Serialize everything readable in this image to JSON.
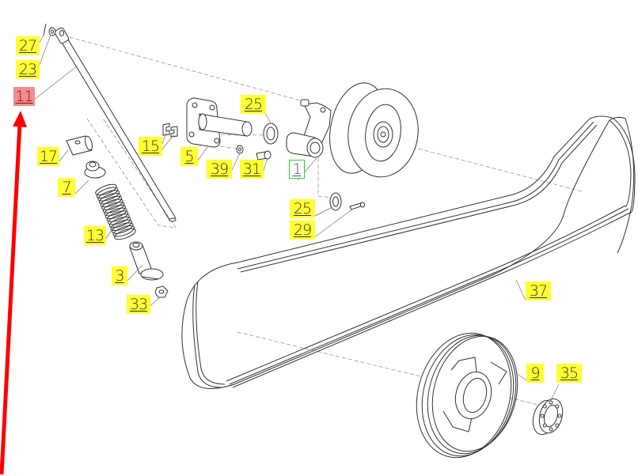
{
  "diagram": {
    "title": "Belt drive idler assembly – exploded parts view",
    "highlight_color": "#f28b8b",
    "callout_color": "#ffff33",
    "selected_outline_color": "#2ecc40",
    "arrow_color": "#ff0000",
    "callouts": [
      {
        "id": "27",
        "label": "27",
        "part": "cotter-pin",
        "state": "normal"
      },
      {
        "id": "23",
        "label": "23",
        "part": "washer",
        "state": "normal"
      },
      {
        "id": "11",
        "label": "11",
        "part": "tension-rod",
        "state": "highlighted"
      },
      {
        "id": "17",
        "label": "17",
        "part": "cross-pin",
        "state": "normal"
      },
      {
        "id": "7",
        "label": "7",
        "part": "spring-cap",
        "state": "normal"
      },
      {
        "id": "13",
        "label": "13",
        "part": "compression-spring",
        "state": "normal"
      },
      {
        "id": "3",
        "label": "3",
        "part": "spring-guide-bolt",
        "state": "normal"
      },
      {
        "id": "33",
        "label": "33",
        "part": "nut",
        "state": "normal"
      },
      {
        "id": "15",
        "label": "15",
        "part": "clip",
        "state": "normal"
      },
      {
        "id": "5",
        "label": "5",
        "part": "pivot-bracket",
        "state": "normal"
      },
      {
        "id": "39",
        "label": "39",
        "part": "small-washer",
        "state": "normal"
      },
      {
        "id": "31",
        "label": "31",
        "part": "bolt",
        "state": "normal"
      },
      {
        "id": "25a",
        "label": "25",
        "part": "spacer-washer",
        "state": "normal"
      },
      {
        "id": "1",
        "label": "1",
        "part": "idler-arm-with-pulley",
        "state": "selected"
      },
      {
        "id": "25b",
        "label": "25",
        "part": "spacer-washer",
        "state": "normal"
      },
      {
        "id": "29",
        "label": "29",
        "part": "pin",
        "state": "normal"
      },
      {
        "id": "37",
        "label": "37",
        "part": "poly-v-belt",
        "state": "normal"
      },
      {
        "id": "9",
        "label": "9",
        "part": "drive-pulley",
        "state": "normal"
      },
      {
        "id": "35",
        "label": "35",
        "part": "taper-lock-bushing",
        "state": "normal"
      }
    ]
  }
}
